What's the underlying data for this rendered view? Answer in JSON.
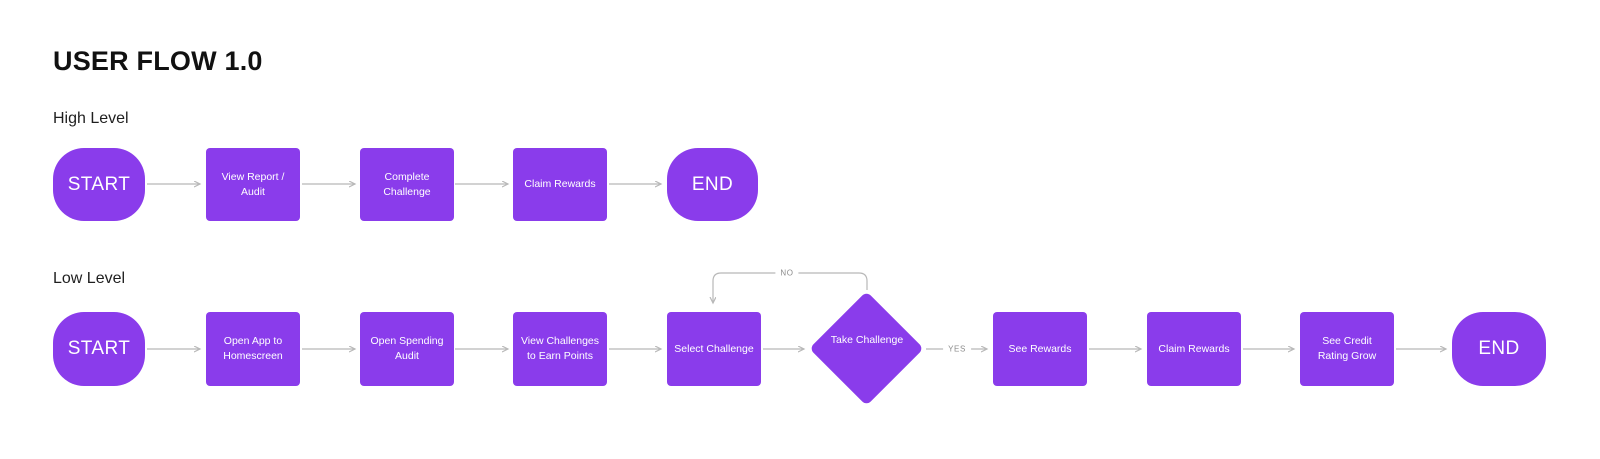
{
  "title": "USER FLOW 1.0",
  "colors": {
    "shape_fill": "#8a3ceb",
    "shape_text": "#ffffff",
    "connector": "#b8b8b8",
    "branch_label_text": "#8c8c8c",
    "title_text": "#111111",
    "background": "#ffffff"
  },
  "flows": {
    "high": {
      "label": "High Level",
      "nodes": [
        {
          "type": "terminal",
          "label": "START",
          "lines": [
            "START"
          ]
        },
        {
          "type": "process",
          "label": "View Report / Audit",
          "lines": [
            "View Report /",
            "Audit"
          ]
        },
        {
          "type": "process",
          "label": "Complete Challenge",
          "lines": [
            "Complete",
            "Challenge"
          ]
        },
        {
          "type": "process",
          "label": "Claim Rewards",
          "lines": [
            "Claim Rewards"
          ]
        },
        {
          "type": "terminal",
          "label": "END",
          "lines": [
            "END"
          ]
        }
      ],
      "edges": [
        {
          "from": "START",
          "to": "View Report / Audit"
        },
        {
          "from": "View Report / Audit",
          "to": "Complete Challenge"
        },
        {
          "from": "Complete Challenge",
          "to": "Claim Rewards"
        },
        {
          "from": "Claim Rewards",
          "to": "END"
        }
      ]
    },
    "low": {
      "label": "Low Level",
      "nodes": [
        {
          "type": "terminal",
          "label": "START",
          "lines": [
            "START"
          ]
        },
        {
          "type": "process",
          "label": "Open App to Homescreen",
          "lines": [
            "Open App to",
            "Homescreen"
          ]
        },
        {
          "type": "process",
          "label": "Open Spending Audit",
          "lines": [
            "Open Spending",
            "Audit"
          ]
        },
        {
          "type": "process",
          "label": "View Challenges to Earn Points",
          "lines": [
            "View Challenges",
            "to Earn Points"
          ]
        },
        {
          "type": "process",
          "label": "Select Challenge",
          "lines": [
            "Select Challenge"
          ]
        },
        {
          "type": "decision",
          "label": "Take Challenge",
          "lines": [
            "Take",
            "Challenge"
          ]
        },
        {
          "type": "process",
          "label": "See Rewards",
          "lines": [
            "See Rewards"
          ]
        },
        {
          "type": "process",
          "label": "Claim Rewards",
          "lines": [
            "Claim Rewards"
          ]
        },
        {
          "type": "process",
          "label": "See Credit Rating Grow",
          "lines": [
            "See Credit",
            "Rating Grow"
          ]
        },
        {
          "type": "terminal",
          "label": "END",
          "lines": [
            "END"
          ]
        }
      ],
      "branch_labels": {
        "yes": "YES",
        "no": "NO"
      },
      "edges": [
        {
          "from": "START",
          "to": "Open App to Homescreen"
        },
        {
          "from": "Open App to Homescreen",
          "to": "Open Spending Audit"
        },
        {
          "from": "Open Spending Audit",
          "to": "View Challenges to Earn Points"
        },
        {
          "from": "View Challenges to Earn Points",
          "to": "Select Challenge"
        },
        {
          "from": "Select Challenge",
          "to": "Take Challenge"
        },
        {
          "from": "Take Challenge",
          "to": "See Rewards",
          "label": "YES"
        },
        {
          "from": "Take Challenge",
          "to": "Select Challenge",
          "label": "NO"
        },
        {
          "from": "See Rewards",
          "to": "Claim Rewards"
        },
        {
          "from": "Claim Rewards",
          "to": "See Credit Rating Grow"
        },
        {
          "from": "See Credit Rating Grow",
          "to": "END"
        }
      ]
    }
  }
}
